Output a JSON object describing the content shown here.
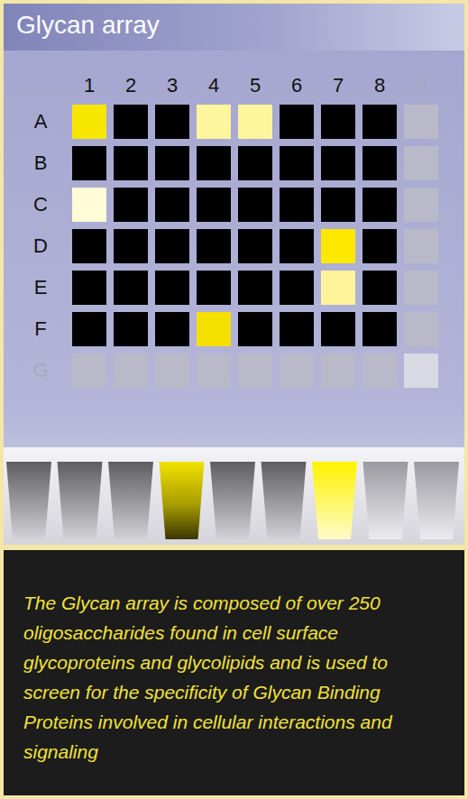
{
  "diagram": {
    "title": "Glycan array",
    "caption": "The Glycan array is composed of over 250 oligosaccharides found in cell surface glycoproteins and glycolipids and is used to screen for the specificity of Glycan Binding Proteins involved in cellular interactions and signaling",
    "labels": [
      "1",
      "2",
      "3",
      "4",
      "5",
      "6",
      "7",
      "8",
      "9",
      "A",
      "B",
      "C",
      "D",
      "E",
      "F",
      "G"
    ]
  }
}
